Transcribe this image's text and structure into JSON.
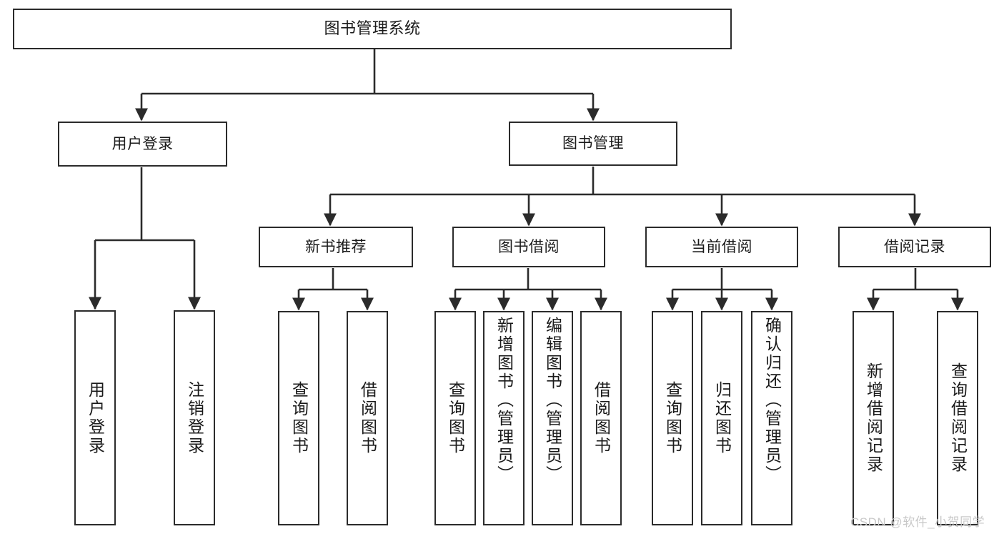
{
  "diagram": {
    "title": "图书管理系统",
    "type": "tree-hierarchy-chart",
    "watermark": "CSDN @软件_小贺同学",
    "colors": {
      "stroke": "#2b2b2b",
      "fill": "#ffffff",
      "text": "#1a1a1a",
      "watermark": "#c9c9c9"
    },
    "nodes": {
      "root": {
        "label": "图书管理系统",
        "level": 1
      },
      "user_login": {
        "label": "用户登录",
        "level": 2
      },
      "book_manage": {
        "label": "图书管理",
        "level": 2
      },
      "new_book_rec": {
        "label": "新书推荐",
        "level": 3
      },
      "book_borrow": {
        "label": "图书借阅",
        "level": 3
      },
      "current_borrow": {
        "label": "当前借阅",
        "level": 3
      },
      "borrow_record": {
        "label": "借阅记录",
        "level": 3
      },
      "leaf_user_login": {
        "label": "用户登录",
        "level": 4
      },
      "leaf_logout": {
        "label": "注销登录",
        "level": 4
      },
      "leaf_query_book_1": {
        "label": "查询图书",
        "level": 4
      },
      "leaf_borrow_book_1": {
        "label": "借阅图书",
        "level": 4
      },
      "leaf_query_book_2": {
        "label": "查询图书",
        "level": 4
      },
      "leaf_add_book": {
        "label": "新增图书（管理员）",
        "level": 4
      },
      "leaf_edit_book": {
        "label": "编辑图书（管理员）",
        "level": 4
      },
      "leaf_borrow_book_2": {
        "label": "借阅图书",
        "level": 4
      },
      "leaf_query_book_3": {
        "label": "查询图书",
        "level": 4
      },
      "leaf_return_book": {
        "label": "归还图书",
        "level": 4
      },
      "leaf_confirm_return": {
        "label": "确认归还（管理员）",
        "level": 4
      },
      "leaf_add_record": {
        "label": "新增借阅记录",
        "level": 4
      },
      "leaf_query_record": {
        "label": "查询借阅记录",
        "level": 4
      }
    },
    "edges": [
      {
        "from": "root",
        "to": "user_login"
      },
      {
        "from": "root",
        "to": "book_manage"
      },
      {
        "from": "user_login",
        "to": "leaf_user_login"
      },
      {
        "from": "user_login",
        "to": "leaf_logout"
      },
      {
        "from": "book_manage",
        "to": "new_book_rec"
      },
      {
        "from": "book_manage",
        "to": "book_borrow"
      },
      {
        "from": "book_manage",
        "to": "current_borrow"
      },
      {
        "from": "book_manage",
        "to": "borrow_record"
      },
      {
        "from": "new_book_rec",
        "to": "leaf_query_book_1"
      },
      {
        "from": "new_book_rec",
        "to": "leaf_borrow_book_1"
      },
      {
        "from": "book_borrow",
        "to": "leaf_query_book_2"
      },
      {
        "from": "book_borrow",
        "to": "leaf_add_book"
      },
      {
        "from": "book_borrow",
        "to": "leaf_edit_book"
      },
      {
        "from": "book_borrow",
        "to": "leaf_borrow_book_2"
      },
      {
        "from": "current_borrow",
        "to": "leaf_query_book_3"
      },
      {
        "from": "current_borrow",
        "to": "leaf_return_book"
      },
      {
        "from": "current_borrow",
        "to": "leaf_confirm_return"
      },
      {
        "from": "borrow_record",
        "to": "leaf_add_record"
      },
      {
        "from": "borrow_record",
        "to": "leaf_query_record"
      }
    ]
  }
}
